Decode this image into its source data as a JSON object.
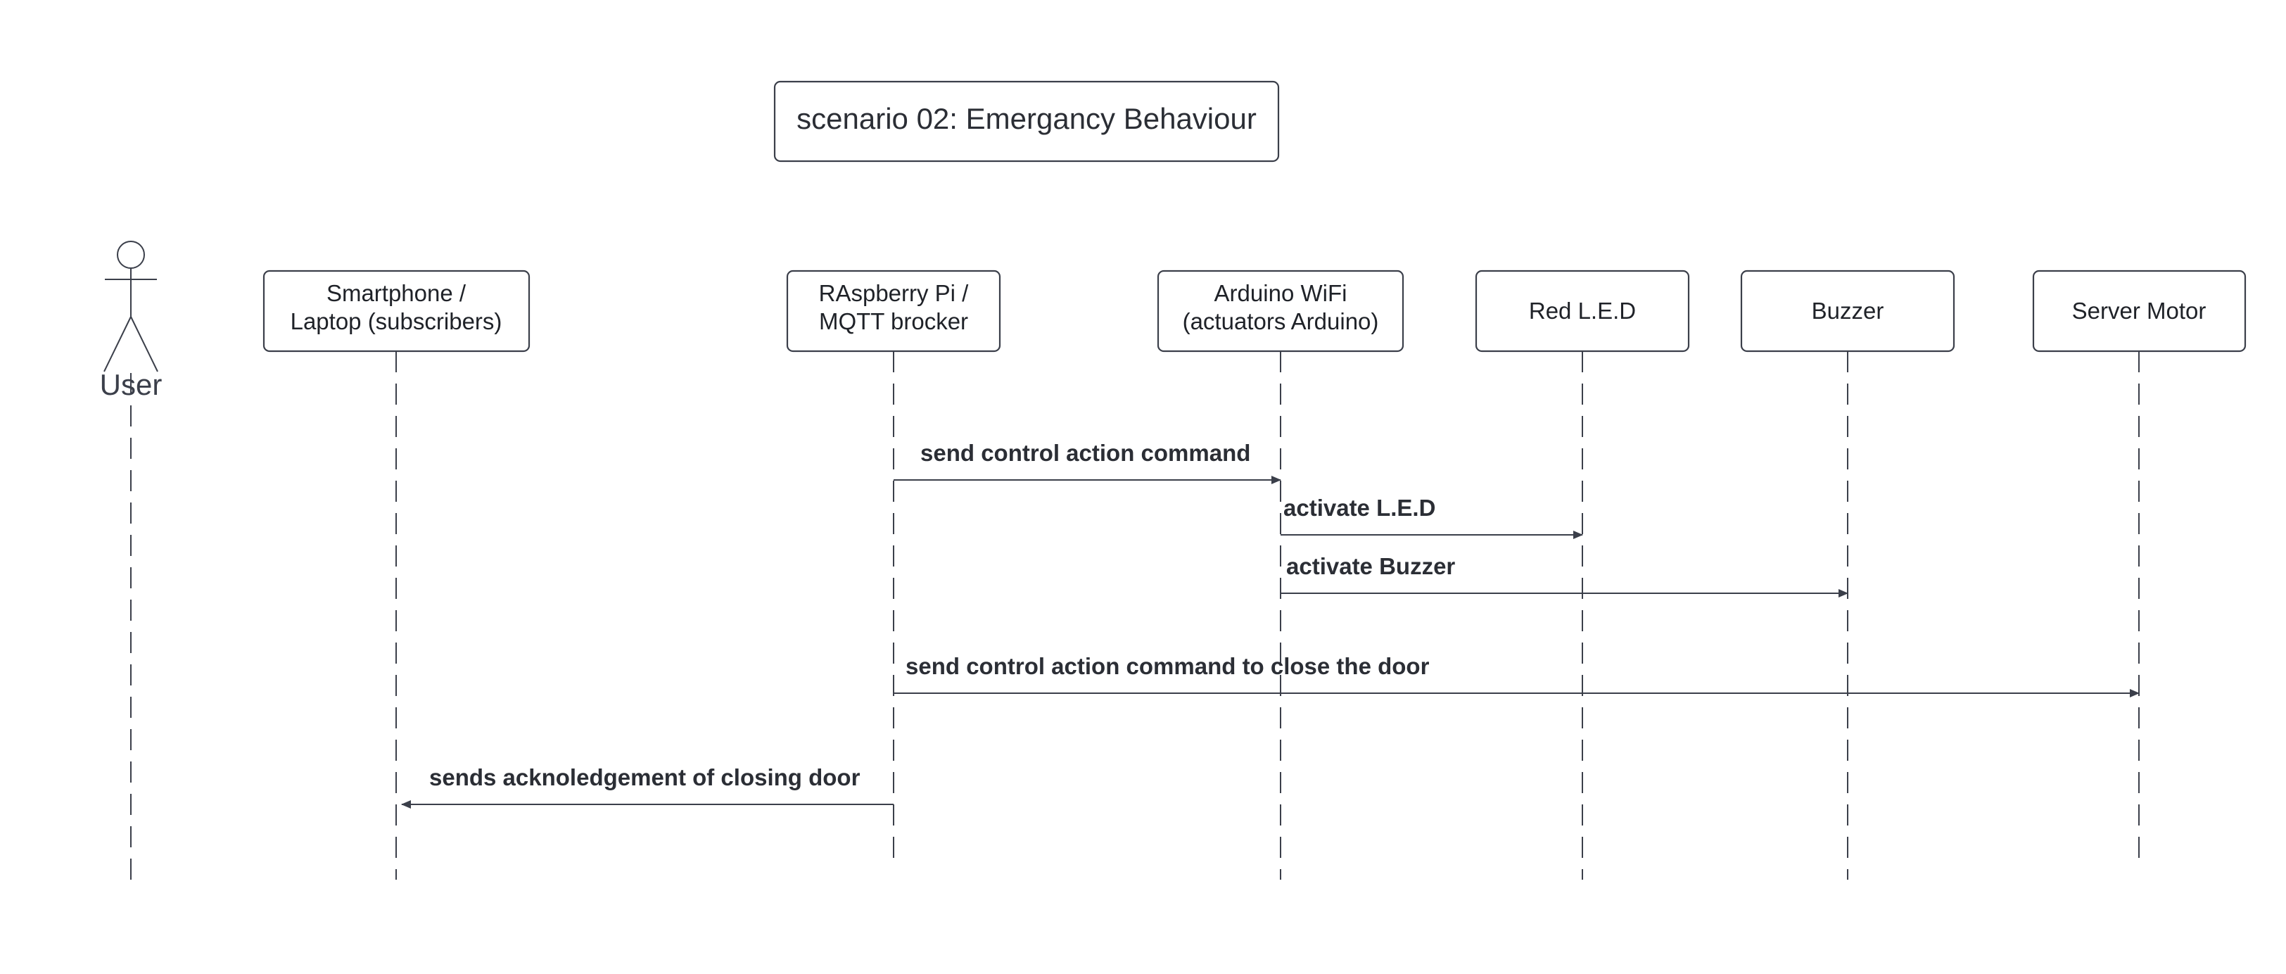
{
  "title": "scenario 02:  Emergancy Behaviour",
  "actor": {
    "label": "User"
  },
  "participants": [
    {
      "id": "smartphone",
      "lines": [
        "Smartphone /",
        "Laptop (subscribers)"
      ]
    },
    {
      "id": "raspberry",
      "lines": [
        "RAspberry Pi /",
        "MQTT brocker"
      ]
    },
    {
      "id": "arduino",
      "lines": [
        "Arduino WiFi",
        "(actuators Arduino)"
      ]
    },
    {
      "id": "led",
      "lines": [
        "Red L.E.D"
      ]
    },
    {
      "id": "buzzer",
      "lines": [
        "Buzzer"
      ]
    },
    {
      "id": "servo",
      "lines": [
        "Server Motor"
      ]
    }
  ],
  "messages": [
    {
      "from": "raspberry",
      "to": "arduino",
      "label": "send control action command"
    },
    {
      "from": "arduino",
      "to": "led",
      "label": "activate L.E.D"
    },
    {
      "from": "arduino",
      "to": "buzzer",
      "label": "activate Buzzer"
    },
    {
      "from": "raspberry",
      "to": "servo",
      "label": "send control action command to close the door"
    },
    {
      "from": "raspberry",
      "to": "smartphone",
      "label": "sends acknoledgement of closing door"
    }
  ]
}
